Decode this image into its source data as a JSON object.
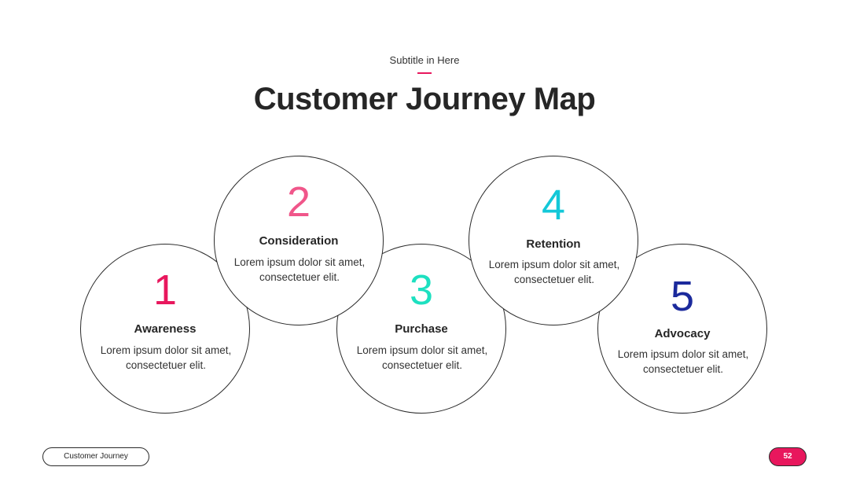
{
  "header": {
    "subtitle": "Subtitle in Here",
    "title": "Customer Journey Map",
    "accent_color": "#e8175d"
  },
  "steps": [
    {
      "number": "1",
      "name": "Awareness",
      "description": "Lorem ipsum dolor sit amet, consectetuer elit.",
      "color": "#e8175d"
    },
    {
      "number": "2",
      "name": "Consideration",
      "description": "Lorem ipsum dolor sit amet, consectetuer elit.",
      "color": "#f0568a"
    },
    {
      "number": "3",
      "name": "Purchase",
      "description": "Lorem ipsum dolor sit amet, consectetuer elit.",
      "color": "#1de0c0"
    },
    {
      "number": "4",
      "name": "Retention",
      "description": "Lorem ipsum dolor sit amet, consectetuer elit.",
      "color": "#13c8d8"
    },
    {
      "number": "5",
      "name": "Advocacy",
      "description": "Lorem ipsum dolor sit amet, consectetuer elit.",
      "color": "#1b2a9c"
    }
  ],
  "footer": {
    "label": "Customer Journey",
    "page_number": "52",
    "page_color": "#e8175d"
  }
}
